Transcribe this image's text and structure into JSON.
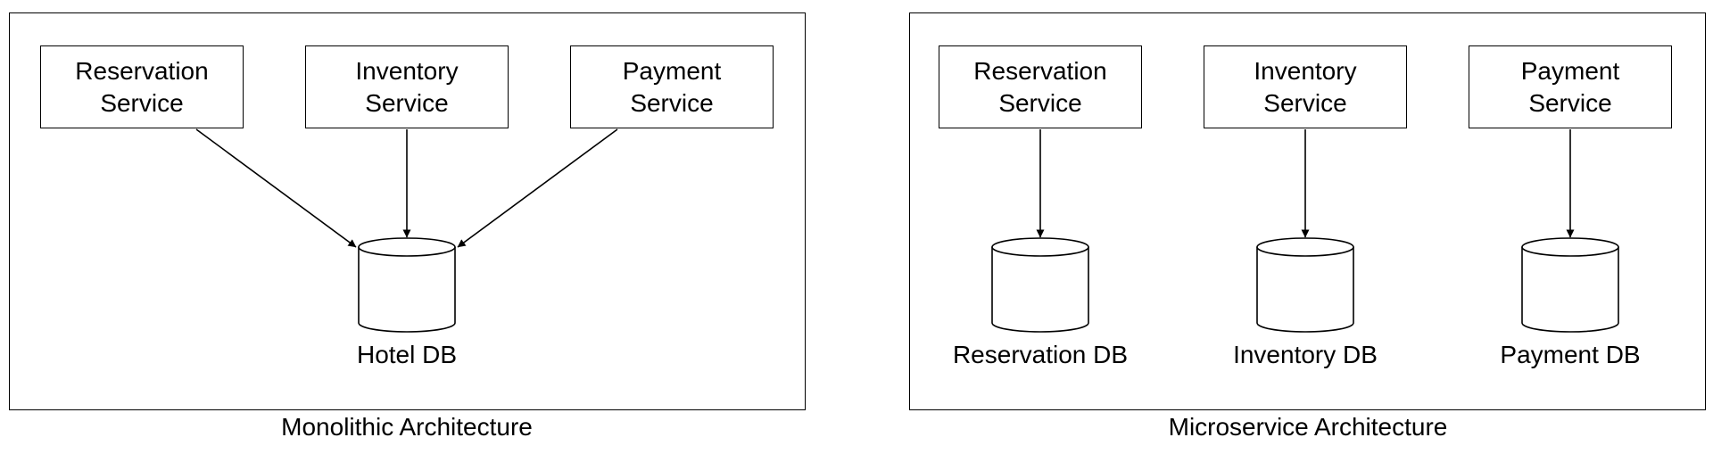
{
  "monolithic": {
    "caption": "Monolithic Architecture",
    "services": [
      {
        "label": "Reservation\nService"
      },
      {
        "label": "Inventory\nService"
      },
      {
        "label": "Payment\nService"
      }
    ],
    "database": {
      "label": "Hotel DB"
    }
  },
  "microservice": {
    "caption": "Microservice Architecture",
    "services": [
      {
        "label": "Reservation\nService"
      },
      {
        "label": "Inventory\nService"
      },
      {
        "label": "Payment\nService"
      }
    ],
    "databases": [
      {
        "label": "Reservation DB"
      },
      {
        "label": "Inventory DB"
      },
      {
        "label": "Payment DB"
      }
    ]
  }
}
